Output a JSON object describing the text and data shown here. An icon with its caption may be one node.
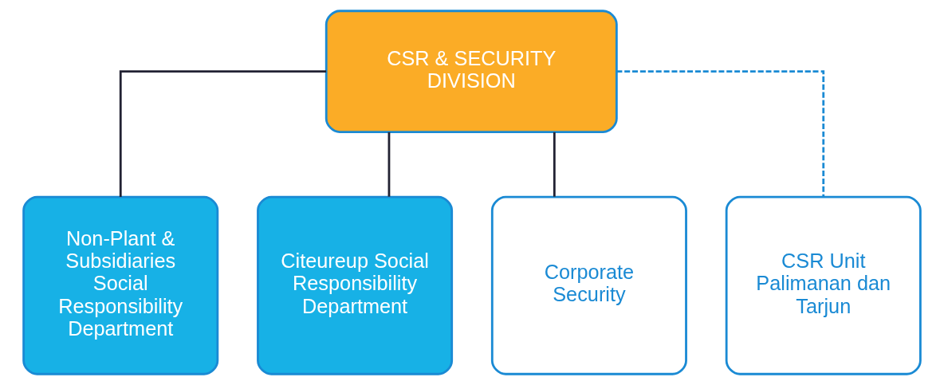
{
  "diagram": {
    "nodes": [
      {
        "text": [
          "CSR & SECURITY DIVISION"
        ]
      },
      {
        "text": [
          "Non-Plant & Subsidiaries Social Responsibility Department"
        ]
      },
      {
        "text": [
          "Citeureup Social Responsibility Department"
        ]
      },
      {
        "text": [
          "Corporate Security"
        ]
      },
      {
        "text": [
          "CSR Unit Palimanan dan Tarjun"
        ]
      }
    ],
    "edges": [
      {
        "from": 0,
        "to": 1,
        "arrow": "none"
      },
      {
        "from": 0,
        "to": 2,
        "arrow": "none"
      },
      {
        "from": 0,
        "to": 3,
        "arrow": "none"
      },
      {
        "from": 0,
        "to": 4,
        "arrow": "none",
        "style": "dashed",
        "color": "#1a8ad4"
      }
    ]
  }
}
